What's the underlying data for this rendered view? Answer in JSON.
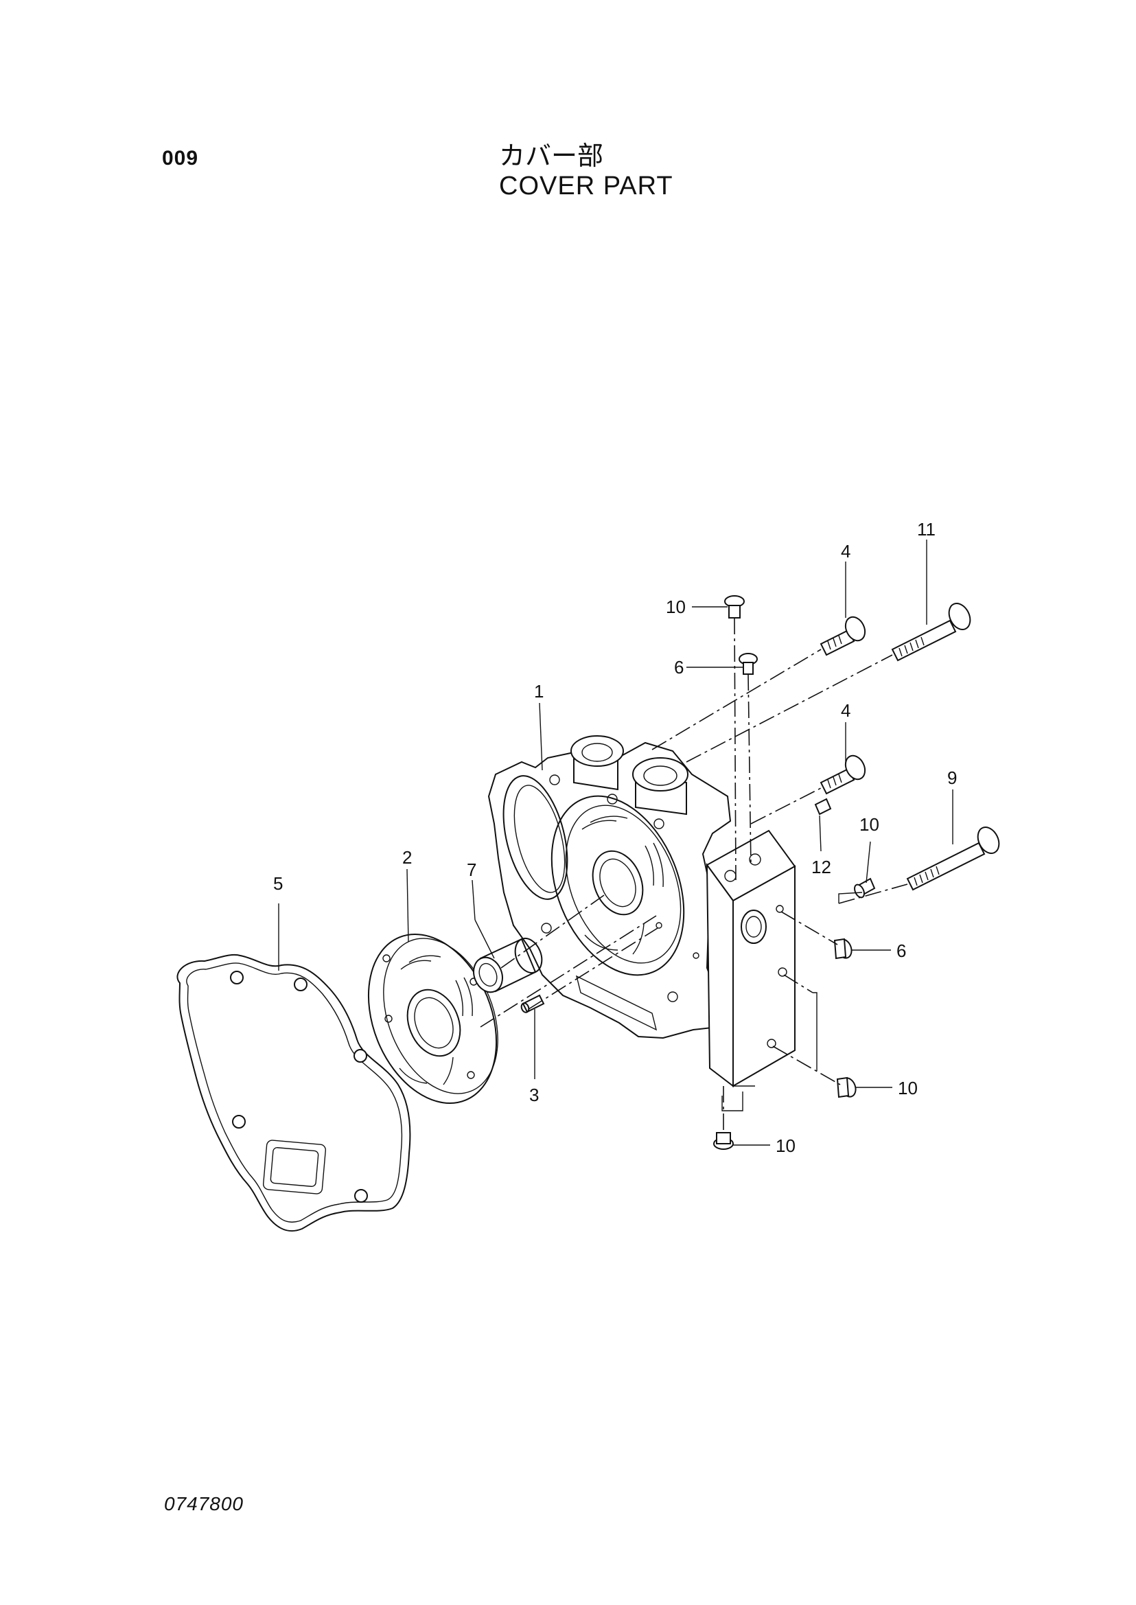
{
  "header": {
    "page_code": "009",
    "title_jp": "カバー部",
    "title_en": "COVER PART"
  },
  "footer": {
    "doc_code": "0747800"
  },
  "callouts": [
    {
      "id": "c-11",
      "label": "11"
    },
    {
      "id": "c-4a",
      "label": "4"
    },
    {
      "id": "c-10a",
      "label": "10"
    },
    {
      "id": "c-6a",
      "label": "6"
    },
    {
      "id": "c-1",
      "label": "1"
    },
    {
      "id": "c-4b",
      "label": "4"
    },
    {
      "id": "c-9",
      "label": "9"
    },
    {
      "id": "c-10b",
      "label": "10"
    },
    {
      "id": "c-12",
      "label": "12"
    },
    {
      "id": "c-2",
      "label": "2"
    },
    {
      "id": "c-5",
      "label": "5"
    },
    {
      "id": "c-7",
      "label": "7"
    },
    {
      "id": "c-6b",
      "label": "6"
    },
    {
      "id": "c-3",
      "label": "3"
    },
    {
      "id": "c-10c",
      "label": "10"
    },
    {
      "id": "c-10d",
      "label": "10"
    }
  ]
}
